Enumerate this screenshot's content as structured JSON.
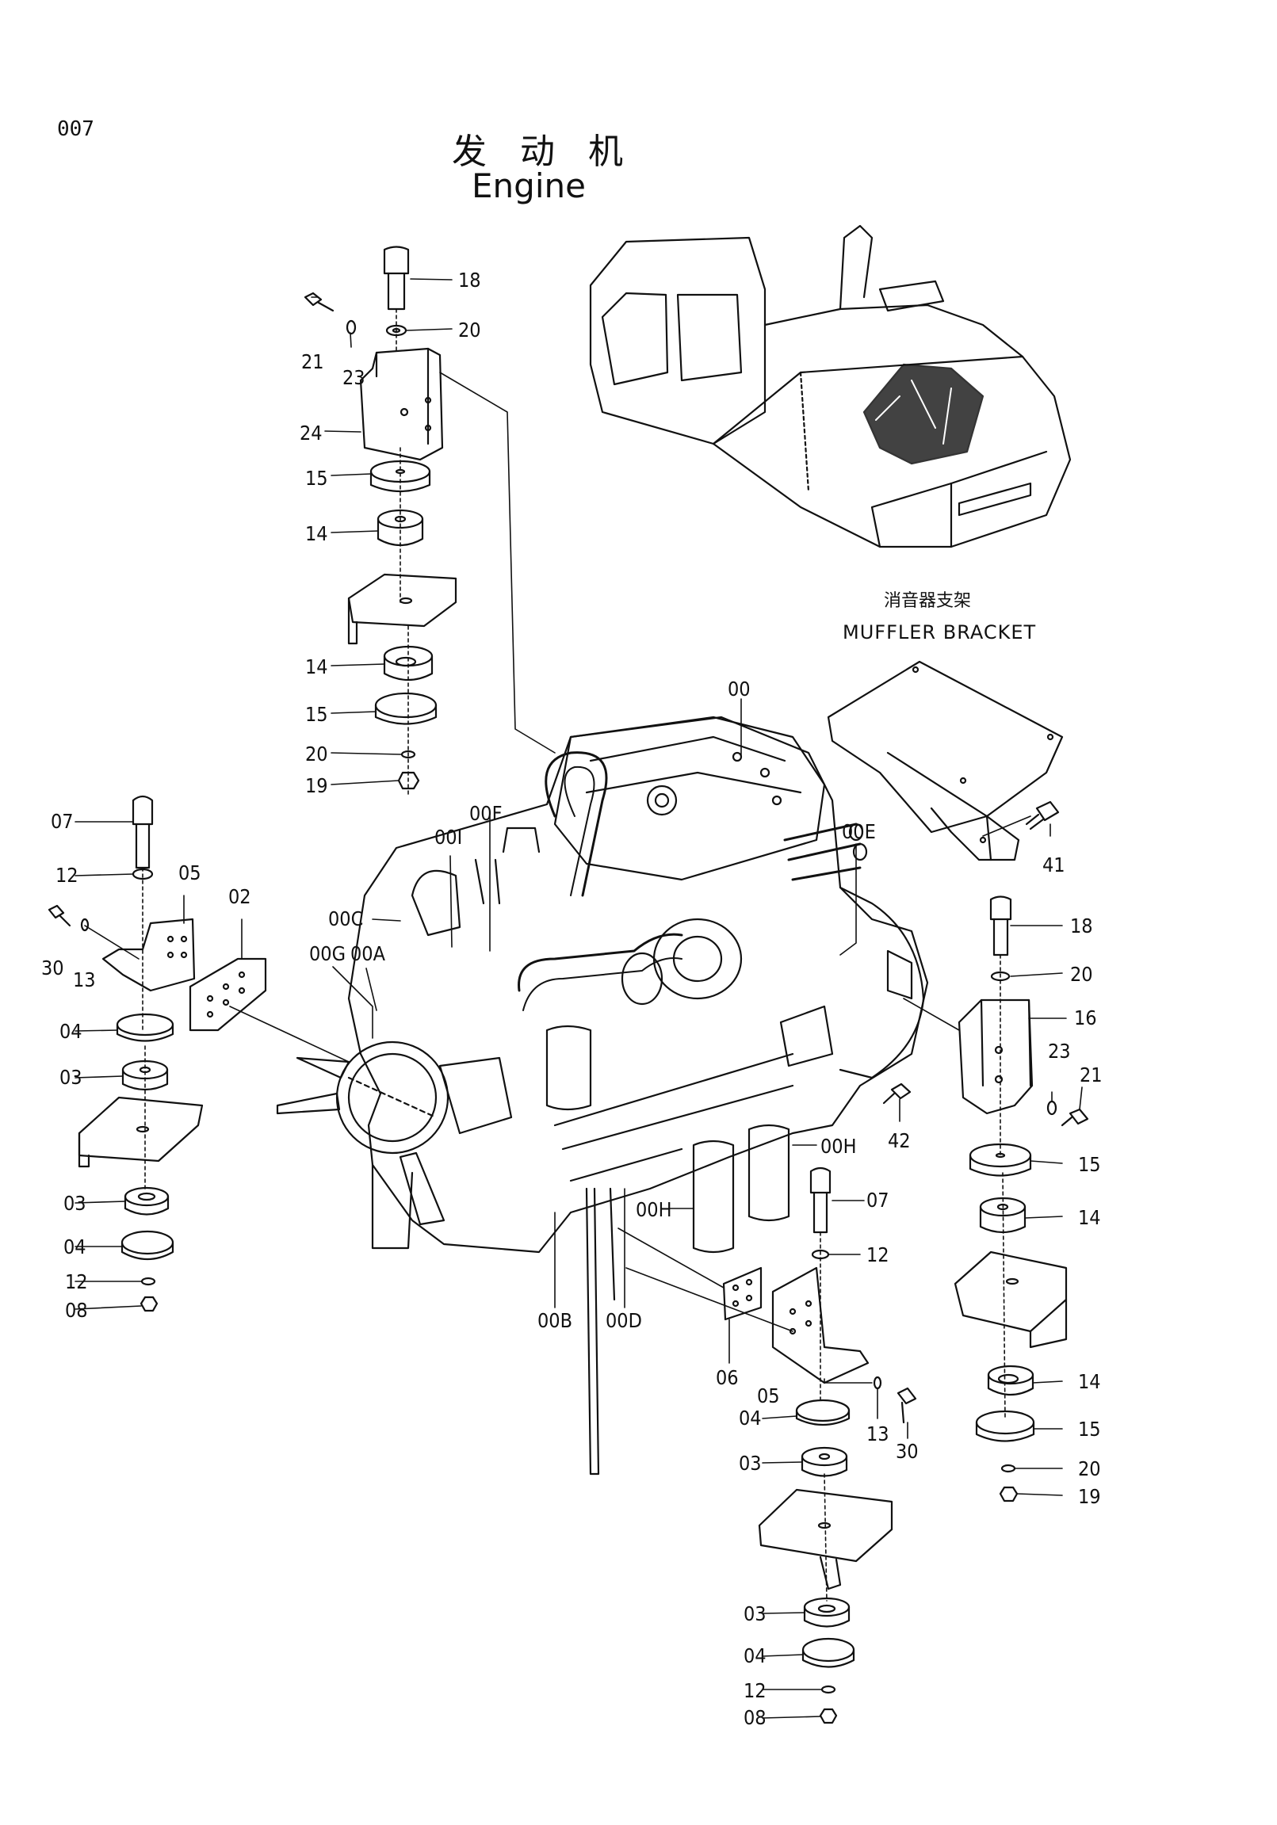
{
  "page_number": "007",
  "title": {
    "chinese": "发 动 机",
    "english": "Engine"
  },
  "muffler_bracket": {
    "chinese": "消音器支架",
    "english": "MUFFLER BRACKET"
  },
  "labels": {
    "l18a": "18",
    "l20a": "20",
    "l21a": "21",
    "l23a": "23",
    "l24": "24",
    "l15a": "15",
    "l14a": "14",
    "l14b": "14",
    "l15b": "15",
    "l20b": "20",
    "l19a": "19",
    "l00": "00",
    "l41": "41",
    "l00E": "00E",
    "l00F": "00F",
    "l00I": "00I",
    "l00C": "00C",
    "l00G": "00G",
    "l00A": "00A",
    "l07a": "07",
    "l12a": "12",
    "l05a": "05",
    "l02": "02",
    "l30a": "30",
    "l13a": "13",
    "l04a": "04",
    "l03a": "03",
    "l03b": "03",
    "l04b": "04",
    "l12b": "12",
    "l08a": "08",
    "l18b": "18",
    "l20c": "20",
    "l16": "16",
    "l23b": "23",
    "l21b": "21",
    "l42": "42",
    "l00Ha": "00H",
    "l00Hb": "00H",
    "l07b": "07",
    "l12c": "12",
    "l15c": "15",
    "l14c": "14",
    "l14d": "14",
    "l15d": "15",
    "l20d": "20",
    "l19b": "19",
    "l00B": "00B",
    "l00D": "00D",
    "l06": "06",
    "l05b": "05",
    "l13b": "13",
    "l30b": "30",
    "l04c": "04",
    "l03c": "03",
    "l03d": "03",
    "l04d": "04",
    "l12d": "12",
    "l08b": "08"
  }
}
